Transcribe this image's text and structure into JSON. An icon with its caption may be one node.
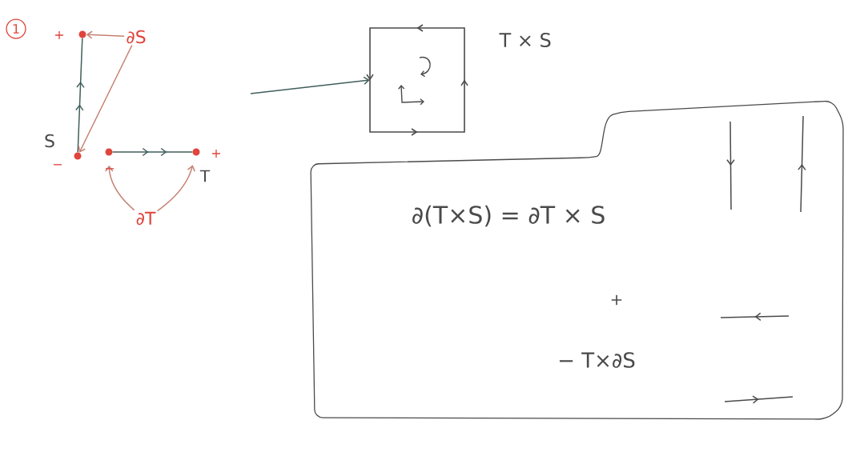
{
  "diagram": {
    "nodes": [
      {
        "text": [
          "1"
        ]
      },
      {
        "text": [],
        "shape": "circle"
      },
      {
        "text": [],
        "shape": "circle"
      },
      {
        "text": [],
        "shape": "circle"
      },
      {
        "text": [],
        "shape": "circle"
      },
      {
        "text": [
          "∂S"
        ]
      },
      {
        "text": [
          "∂T"
        ]
      },
      {
        "text": [],
        "shape": "box",
        "beside": [
          "T × S"
        ]
      },
      {
        "text": [
          "∂(T×S) = ∂T × S",
          "+",
          "− T×∂S"
        ]
      }
    ],
    "edges": [
      {
        "from": 2,
        "to": 1,
        "arrow": "to",
        "color": "#4a4a4a"
      },
      {
        "from": 3,
        "to": 4,
        "arrow": "to",
        "color": "#4a4a4a"
      },
      {
        "from": 5,
        "to": 1,
        "arrow": "to"
      },
      {
        "from": 5,
        "to": 2,
        "arrow": "to"
      },
      {
        "from": 6,
        "to": 3,
        "arrow": "to"
      },
      {
        "from": 6,
        "to": 4,
        "arrow": "to"
      },
      {
        "from": null,
        "to": 7,
        "arrow": "to",
        "color": "#4a4a4a"
      }
    ],
    "labels": [
      "+",
      "S",
      "−",
      "−",
      "+",
      "T"
    ]
  }
}
